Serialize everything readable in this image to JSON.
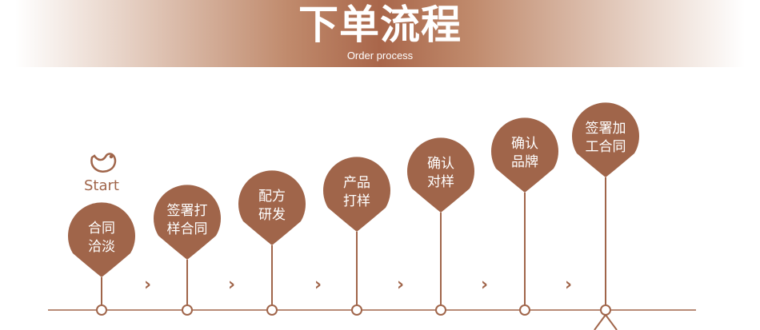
{
  "header": {
    "title": "下单流程",
    "subtitle": "Order process"
  },
  "start_label": "Start",
  "steps": [
    {
      "lines": [
        "合同",
        "洽淡"
      ]
    },
    {
      "lines": [
        "签署打",
        "样合同"
      ]
    },
    {
      "lines": [
        "配方",
        "研发"
      ]
    },
    {
      "lines": [
        "产品",
        "打样"
      ]
    },
    {
      "lines": [
        "确认",
        "对样"
      ]
    },
    {
      "lines": [
        "确认",
        "品牌"
      ]
    },
    {
      "lines": [
        "签署加",
        "工合同"
      ]
    }
  ],
  "arrow_glyph": "›",
  "colors": {
    "accent": "#a0654a"
  }
}
